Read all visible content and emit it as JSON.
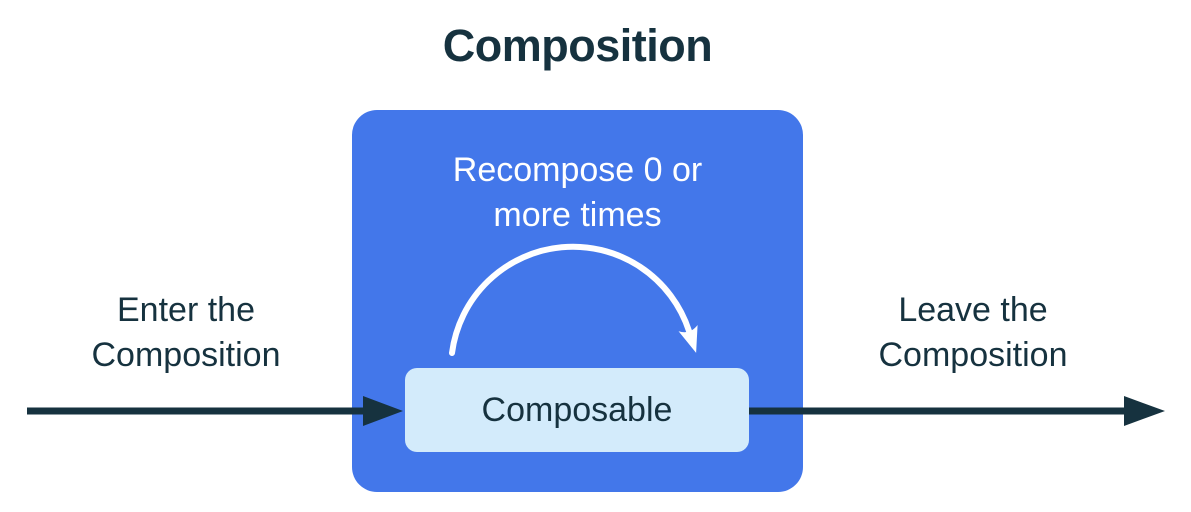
{
  "title": "Composition",
  "colors": {
    "box_blue": "#4377EA",
    "box_light": "#D3EBFB",
    "ink": "#16323F",
    "white": "#FFFFFF"
  },
  "diagram": {
    "enter_label": "Enter the\nComposition",
    "leave_label": "Leave the\nComposition",
    "recompose_label": "Recompose 0 or\nmore times",
    "composable_label": "Composable"
  }
}
